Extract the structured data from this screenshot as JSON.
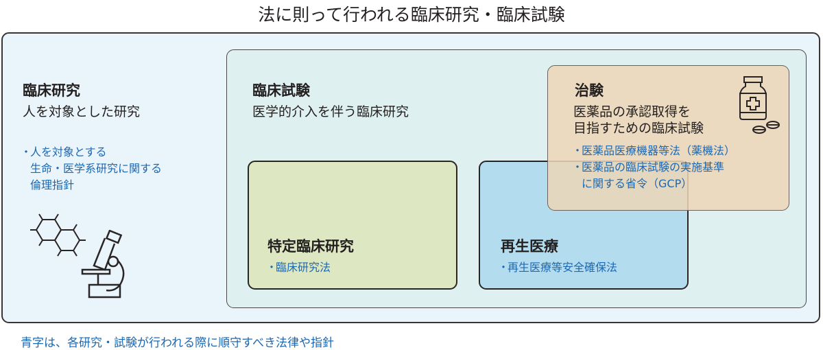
{
  "title": "法に則って行われる臨床研究・臨床試験",
  "clinical_research": {
    "heading": "臨床研究",
    "description": "人を対象とした研究",
    "guidelines": [
      "人を対象とする",
      "生命・医学系研究に関する",
      "倫理指針"
    ]
  },
  "clinical_trial": {
    "heading": "臨床試験",
    "description": "医学的介入を伴う臨床研究"
  },
  "specified_clinical_research": {
    "heading": "特定臨床研究",
    "laws": [
      "臨床研究法"
    ]
  },
  "regenerative_medicine": {
    "heading": "再生医療",
    "laws": [
      "再生医療等安全確保法"
    ]
  },
  "chiken": {
    "heading": "治験",
    "description": [
      "医薬品の承認取得を",
      "目指すための臨床試験"
    ],
    "laws": [
      "医薬品医療機器等法（薬機法）",
      "医薬品の臨床試験の実施基準",
      "に関する省令（GCP）"
    ]
  },
  "footer": "青字は、各研究・試験が行われる際に順守すべき法律や指針",
  "bullet": "・",
  "colors": {
    "law_text": "#1c68b2",
    "outer": "#e9f4fb",
    "trial": "#dff0f1",
    "specified": "#dde8c2",
    "regen": "#b3dcef",
    "chiken": "#ecd6b8"
  }
}
